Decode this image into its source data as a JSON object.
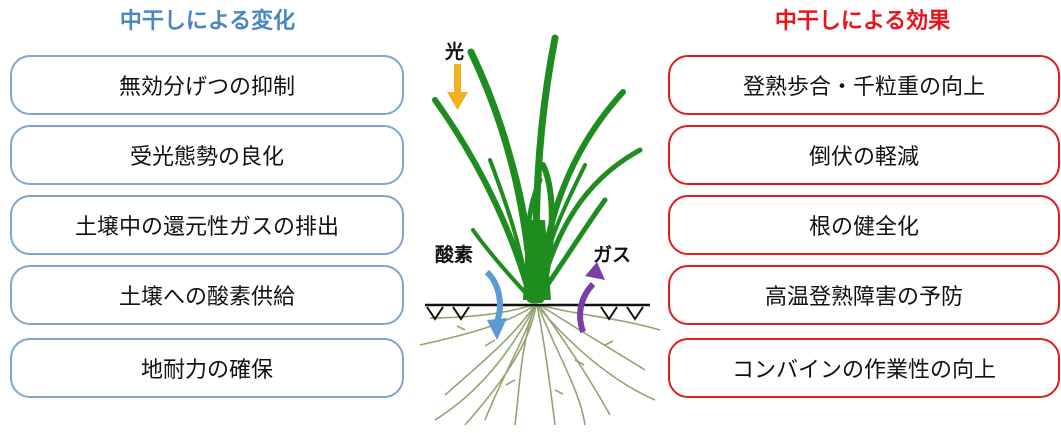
{
  "left_panel": {
    "heading": "中干しによる変化",
    "items": [
      "無効分げつの抑制",
      "受光態勢の良化",
      "土壌中の還元性ガスの排出",
      "土壌への酸素供給",
      "地耐力の確保"
    ]
  },
  "right_panel": {
    "heading": "中干しによる効果",
    "items": [
      "登熟歩合・千粒重の向上",
      "倒伏の軽減",
      "根の健全化",
      "高温登熟障害の予防",
      "コンバインの作業性の向上"
    ]
  },
  "plant": {
    "light_label": "光",
    "oxygen_label": "酸素",
    "gas_label": "ガス"
  },
  "colors": {
    "left_accent": "#4a86c0",
    "right_accent": "#e8141b",
    "leaf": "#1e8c1e",
    "root": "#8a9a62",
    "light_arrow": "#f2b21f",
    "oxygen_arrow": "#5a9ad6",
    "gas_arrow": "#7a3fa6"
  }
}
